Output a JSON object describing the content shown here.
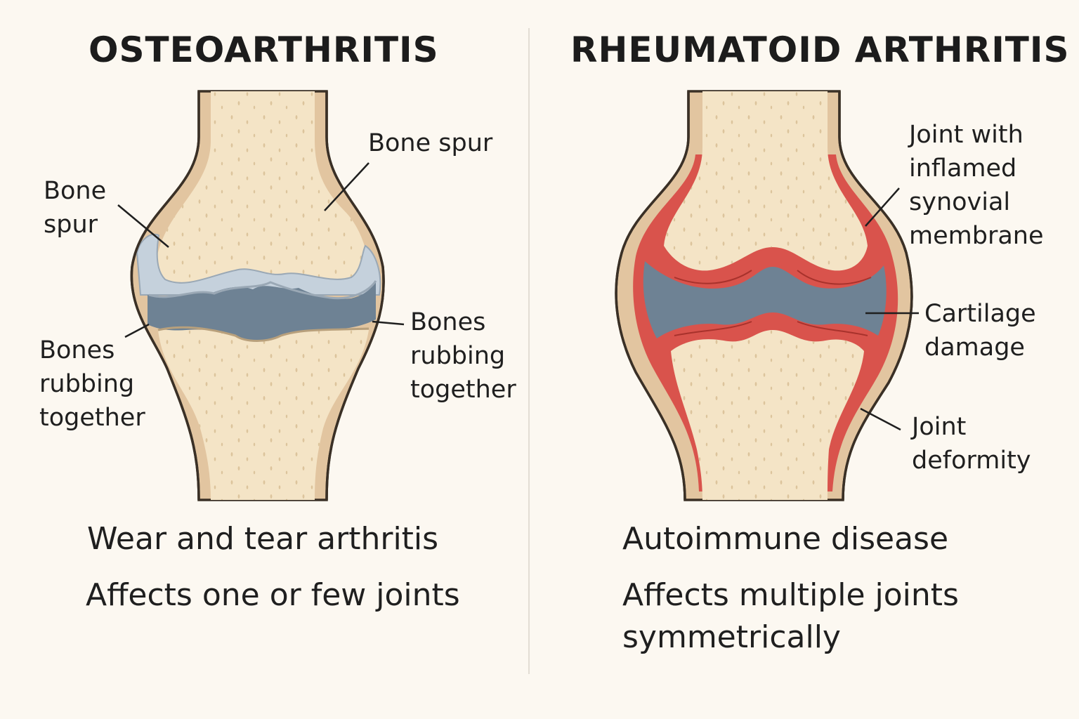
{
  "oa": {
    "title": "OSTEOARTHRITIS",
    "labels": {
      "spur_left": "Bone\nspur",
      "spur_right": "Bone spur",
      "rub_left": "Bones\nrubbing\ntogether",
      "rub_right": "Bones\nrubbing\ntogether"
    },
    "facts": [
      "Wear and tear arthritis",
      "Affects one or few joints"
    ]
  },
  "ra": {
    "title": "RHEUMATOID ARTHRITIS",
    "labels": {
      "synovial": "Joint with\ninflamed\nsynovial\nmembrane",
      "cartilage": "Cartilage\ndamage",
      "deformity": "Joint\ndeformity"
    },
    "facts": [
      "Autoimmune disease",
      "Affects multiple joints\nsymmetrically"
    ]
  },
  "colors": {
    "background": "#fcf8f1",
    "bone": "#f4e4c6",
    "periosteum": "#e2c5a0",
    "cartilage_worn": "#c5d1dc",
    "joint_space": "#6e8294",
    "synovium_inflamed": "#d9534c",
    "outline": "#3a3026"
  }
}
